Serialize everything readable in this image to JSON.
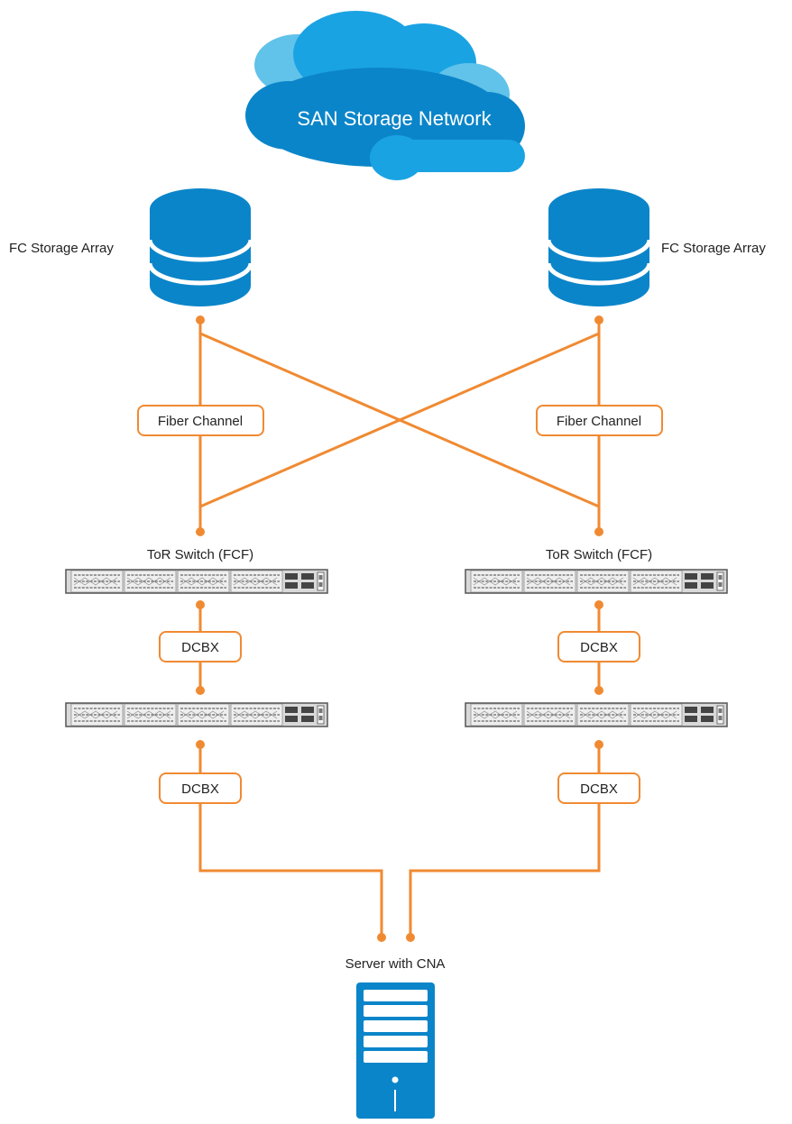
{
  "cloud": {
    "label": "SAN Storage Network",
    "colors": {
      "dark": "#0b85c9",
      "mid": "#1aa3e3",
      "light": "#61c2ea"
    },
    "icon": "cloud-icon"
  },
  "storage_arrays": [
    {
      "label": "FC Storage Array",
      "icon": "database-icon"
    },
    {
      "label": "FC Storage Array",
      "icon": "database-icon"
    }
  ],
  "fc_links": [
    {
      "label": "Fiber Channel"
    },
    {
      "label": "Fiber Channel"
    }
  ],
  "tor_switches": [
    {
      "label": "ToR Switch (FCF)",
      "icon": "switch-icon"
    },
    {
      "label": "ToR Switch (FCF)",
      "icon": "switch-icon"
    }
  ],
  "access_switches": [
    {
      "icon": "switch-icon"
    },
    {
      "icon": "switch-icon"
    }
  ],
  "dcbx_links": [
    {
      "label": "DCBX"
    },
    {
      "label": "DCBX"
    },
    {
      "label": "DCBX"
    },
    {
      "label": "DCBX"
    }
  ],
  "server": {
    "label": "Server with CNA",
    "icon": "server-icon"
  },
  "colors": {
    "link": "#f08a32",
    "storage": "#0b85c9",
    "switch_body": "#d9d9d9",
    "switch_border": "#555555",
    "server": "#0b85c9"
  }
}
